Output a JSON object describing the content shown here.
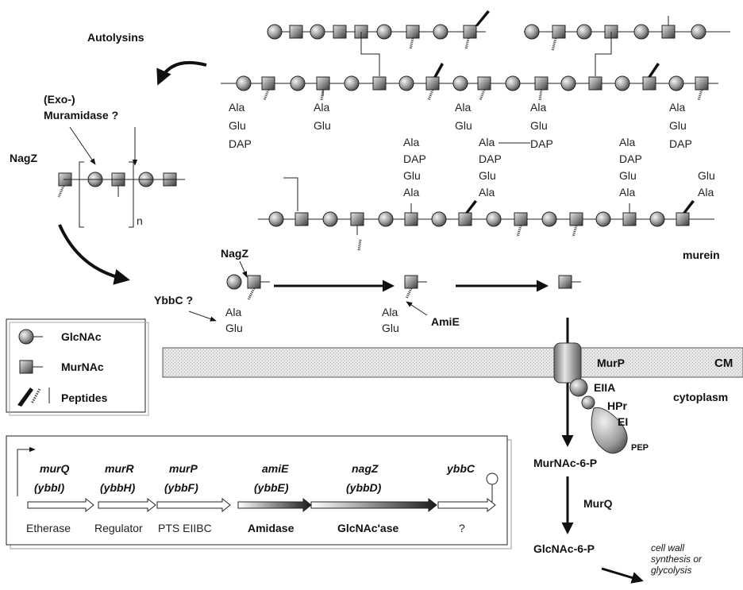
{
  "labels": {
    "autolysins": "Autolysins",
    "exo": "(Exo-)",
    "muramidase": "Muramidase ?",
    "nagz_left": "NagZ",
    "n_sub": "n",
    "nagz_mid": "NagZ",
    "ybbc": "YbbC ?",
    "amie": "AmiE",
    "murein": "murein",
    "murp": "MurP",
    "cm": "CM",
    "eiia": "EIIA",
    "hpr": "HPr",
    "ei": "EI",
    "cytoplasm": "cytoplasm",
    "pep": "PEP",
    "murnac6p": "MurNAc-6-P",
    "murq": "MurQ",
    "glcnac6p": "GlcNAc-6-P",
    "cellwall": [
      "cell wall",
      "synthesis or",
      "glycolysis"
    ]
  },
  "peptides": {
    "top_p1": [
      "Ala",
      "Glu",
      "DAP"
    ],
    "top_p2": [
      "Ala",
      "Glu"
    ],
    "top_p3": [
      "Ala",
      "Glu"
    ],
    "top_p4": [
      "Ala",
      "Glu",
      "DAP"
    ],
    "top_p5": [
      "Ala",
      "Glu",
      "DAP"
    ],
    "bot_p1": [
      "Ala",
      "DAP",
      "Glu",
      "Ala"
    ],
    "bot_p2": [
      "Ala",
      "DAP",
      "Glu",
      "Ala"
    ],
    "bot_p3": [
      "Ala",
      "DAP",
      "Glu",
      "Ala"
    ],
    "bot_p4": [
      "Glu",
      "Ala"
    ],
    "frag1": [
      "Ala",
      "Glu"
    ],
    "frag2": [
      "Ala",
      "Glu"
    ]
  },
  "legend": {
    "glcnac": "GlcNAc",
    "murnac": "MurNAc",
    "peptides": "Peptides"
  },
  "operon": {
    "genes": [
      {
        "name": "murQ",
        "alias": "(ybbI)",
        "func": "Etherase"
      },
      {
        "name": "murR",
        "alias": "(ybbH)",
        "func": "Regulator"
      },
      {
        "name": "murP",
        "alias": "(ybbF)",
        "func": "PTS EIIBC"
      },
      {
        "name": "amiE",
        "alias": "(ybbE)",
        "func": "Amidase"
      },
      {
        "name": "nagZ",
        "alias": "(ybbD)",
        "func": "GlcNAc'ase"
      },
      {
        "name": "ybbC",
        "alias": "",
        "func": "?"
      }
    ]
  }
}
